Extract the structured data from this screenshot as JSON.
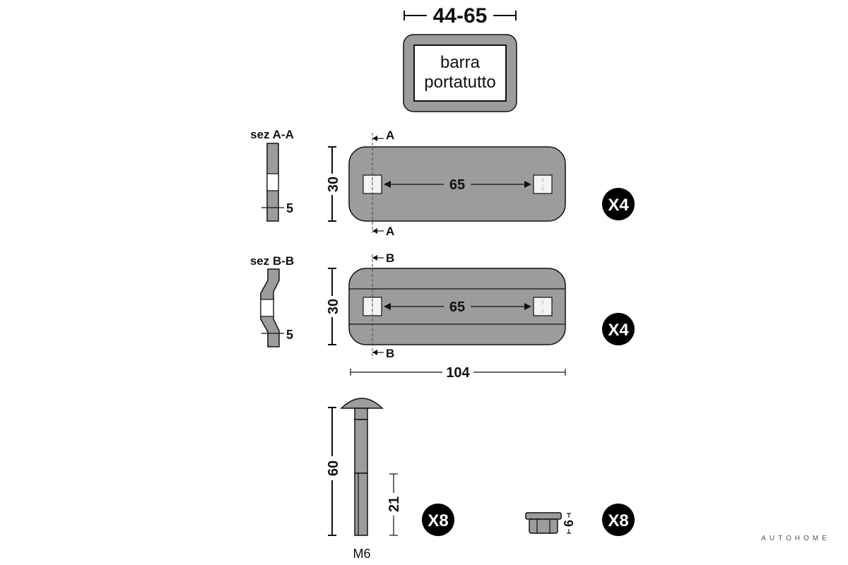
{
  "bar": {
    "width_range": "44-65",
    "label_line1": "barra",
    "label_line2": "portatutto"
  },
  "plate_a": {
    "section_title": "sez A-A",
    "section_thickness": "5",
    "cut_mark": "A",
    "height": "30",
    "hole_spacing": "65",
    "quantity": "X4"
  },
  "plate_b": {
    "section_title": "sez B-B",
    "section_thickness": "5",
    "cut_mark": "B",
    "height": "30",
    "hole_spacing": "65",
    "quantity": "X4",
    "overall_length": "104"
  },
  "bolt": {
    "length": "60",
    "thread_length": "21",
    "thread_size": "M6",
    "quantity": "X8"
  },
  "nut": {
    "height": "6",
    "quantity": "X8"
  },
  "brand": {
    "watermark": "AUTOHOME"
  },
  "colors": {
    "part_fill": "#9c9c9c",
    "badge": "#000000",
    "line": "#111111"
  }
}
